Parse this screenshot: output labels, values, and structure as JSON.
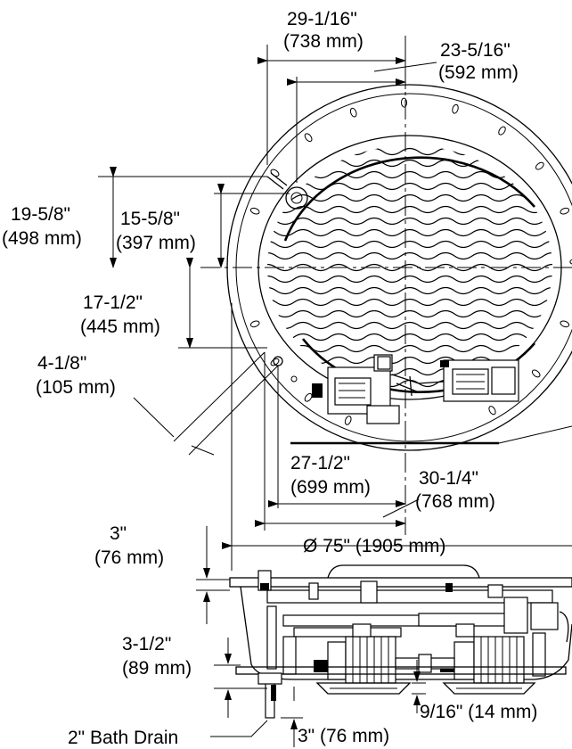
{
  "plan_view": {
    "width_overall": {
      "imperial": "29-1/16\"",
      "metric": "(738 mm)"
    },
    "width_inner": {
      "imperial": "23-5/16\"",
      "metric": "(592 mm)"
    },
    "outer_height": {
      "imperial": "19-5/8\"",
      "metric": "(498 mm)"
    },
    "inner_height": {
      "imperial": "15-5/8\"",
      "metric": "(397 mm)"
    },
    "center_offset": {
      "imperial": "17-1/2\"",
      "metric": "(445 mm)"
    },
    "drain_offset": {
      "imperial": "4-1/8\"",
      "metric": "(105 mm)"
    },
    "lower_inner": {
      "imperial": "27-1/2\"",
      "metric": "(699 mm)"
    },
    "lower_outer": {
      "imperial": "30-1/4\"",
      "metric": "(768 mm)"
    }
  },
  "side_view": {
    "diameter": "Ø 75\" (1905 mm)",
    "rim_height": {
      "imperial": "3\"",
      "metric": "(76 mm)"
    },
    "base_height": {
      "imperial": "3-1/2\"",
      "metric": "(89 mm)"
    },
    "foot_gap": "9/16\" (14 mm)",
    "drain_height": "3\" (76 mm)",
    "drain_label": "2\" Bath Drain"
  }
}
